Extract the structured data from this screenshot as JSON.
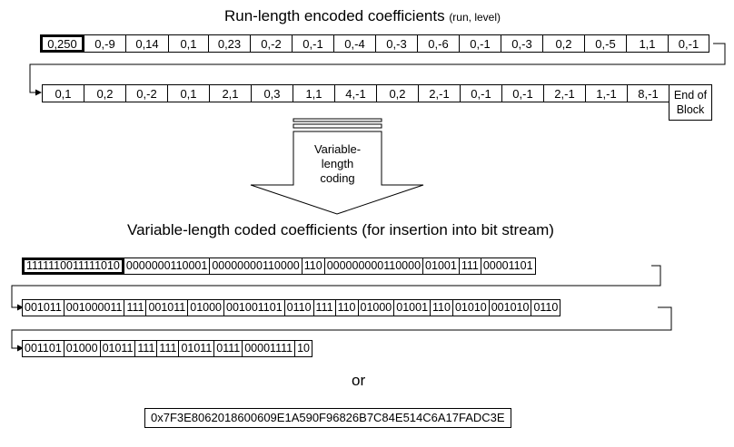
{
  "title1": {
    "main": "Run-length encoded coefficients",
    "sub": "(run, level)"
  },
  "rle_row1": [
    "0,250",
    "0,-9",
    "0,14",
    "0,1",
    "0,23",
    "0,-2",
    "0,-1",
    "0,-4",
    "0,-3",
    "0,-6",
    "0,-1",
    "0,-3",
    "0,2",
    "0,-5",
    "1,1",
    "0,-1"
  ],
  "rle_row2": [
    "0,1",
    "0,2",
    "0,-2",
    "0,1",
    "2,1",
    "0,3",
    "1,1",
    "4,-1",
    "0,2",
    "2,-1",
    "0,-1",
    "0,-1",
    "2,-1",
    "1,-1",
    "8,-1"
  ],
  "eob": {
    "line1": "End of",
    "line2": "Block"
  },
  "arrow_label": {
    "line1": "Variable-",
    "line2": "length",
    "line3": "coding"
  },
  "title2": "Variable-length coded coefficients (for insertion into bit stream)",
  "vlc_row1": [
    "1111110011111010",
    "0000000110001",
    "00000000110000",
    "110",
    "000000000110000",
    "01001",
    "111",
    "00001101"
  ],
  "vlc_row2": [
    "001011",
    "001000011",
    "111",
    "001011",
    "01000",
    "001001101",
    "0110",
    "111",
    "110",
    "01000",
    "01001",
    "110",
    "01010",
    "001010",
    "0110"
  ],
  "vlc_row3": [
    "001101",
    "01000",
    "01011",
    "111",
    "111",
    "01011",
    "0111",
    "00001111",
    "10"
  ],
  "or": "or",
  "hex": "0x7F3E8062018600609E1A590F96826B7C84E514C6A17FADC3E"
}
